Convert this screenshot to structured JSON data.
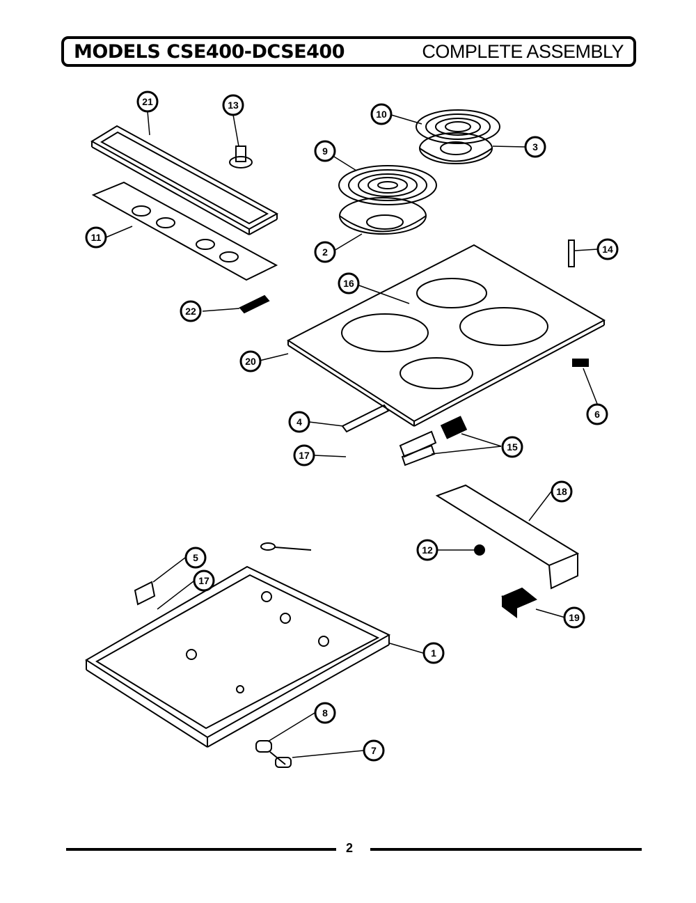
{
  "header": {
    "models": "MODELS CSE400-DCSE400",
    "title": "COMPLETE ASSEMBLY"
  },
  "callouts": [
    "1",
    "2",
    "3",
    "4",
    "5",
    "6",
    "7",
    "8",
    "9",
    "10",
    "11",
    "12",
    "13",
    "14",
    "15",
    "16",
    "17",
    "18",
    "19",
    "20",
    "21",
    "22"
  ],
  "page_number": "2"
}
